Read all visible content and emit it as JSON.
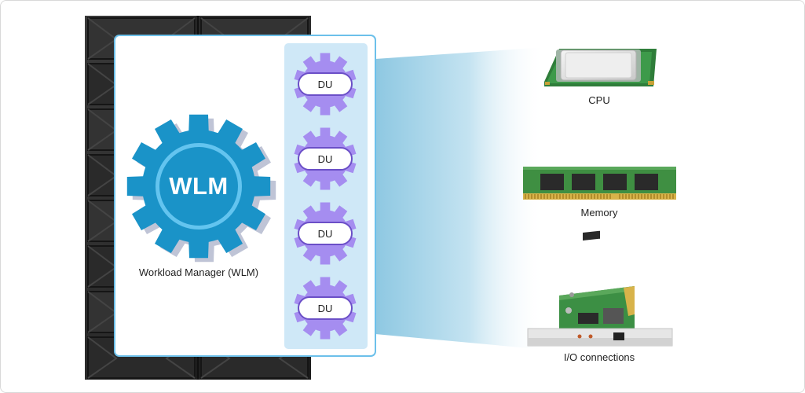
{
  "workload_manager": {
    "gear_text": "WLM",
    "caption": "Workload Manager (WLM)"
  },
  "dispatch_units": [
    {
      "label": "DU"
    },
    {
      "label": "DU"
    },
    {
      "label": "DU"
    },
    {
      "label": "DU"
    }
  ],
  "resources": [
    {
      "icon": "cpu-icon",
      "label": "CPU"
    },
    {
      "icon": "memory-icon",
      "label": "Memory"
    },
    {
      "icon": "io-card-icon",
      "label": "I/O connections"
    }
  ],
  "colors": {
    "wlm_gear": "#1a93c8",
    "wlm_ring": "#63c4ef",
    "du_gear": "#a58df0",
    "du_pill_border": "#6b4fc7",
    "panel_border": "#6cc0ea",
    "du_column": "#cfe8f7",
    "beam": "#a7d5ea",
    "server": "#2d2d2d"
  }
}
